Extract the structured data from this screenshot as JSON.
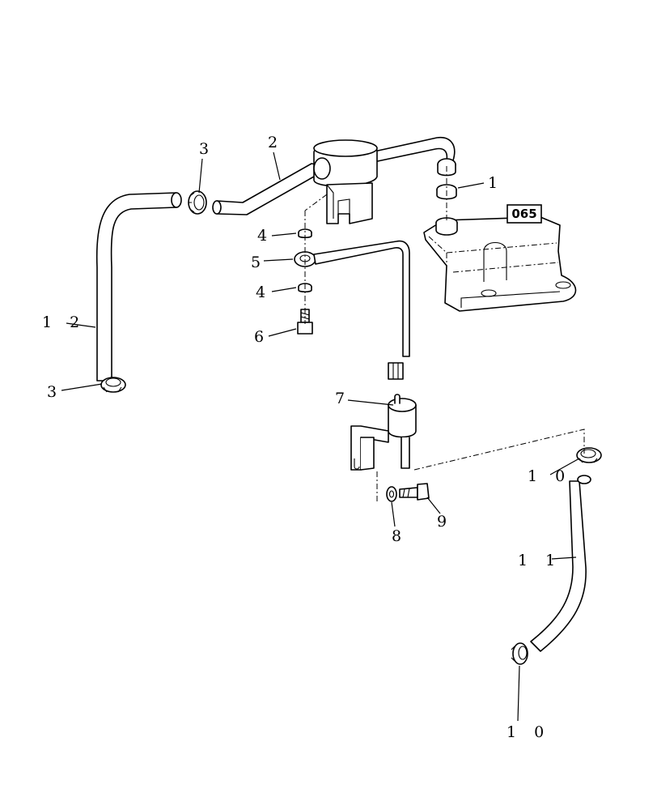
{
  "callouts": {
    "c1": "1",
    "c2": "2",
    "c3a": "3",
    "c3b": "3",
    "c4a": "4",
    "c4b": "4",
    "c5": "5",
    "c6": "6",
    "c7": "7",
    "c8": "8",
    "c9": "9",
    "c10a": "1 0",
    "c10b": "1 0",
    "c11": "1 1",
    "c12": "1 2"
  },
  "reference": {
    "label": "065"
  }
}
